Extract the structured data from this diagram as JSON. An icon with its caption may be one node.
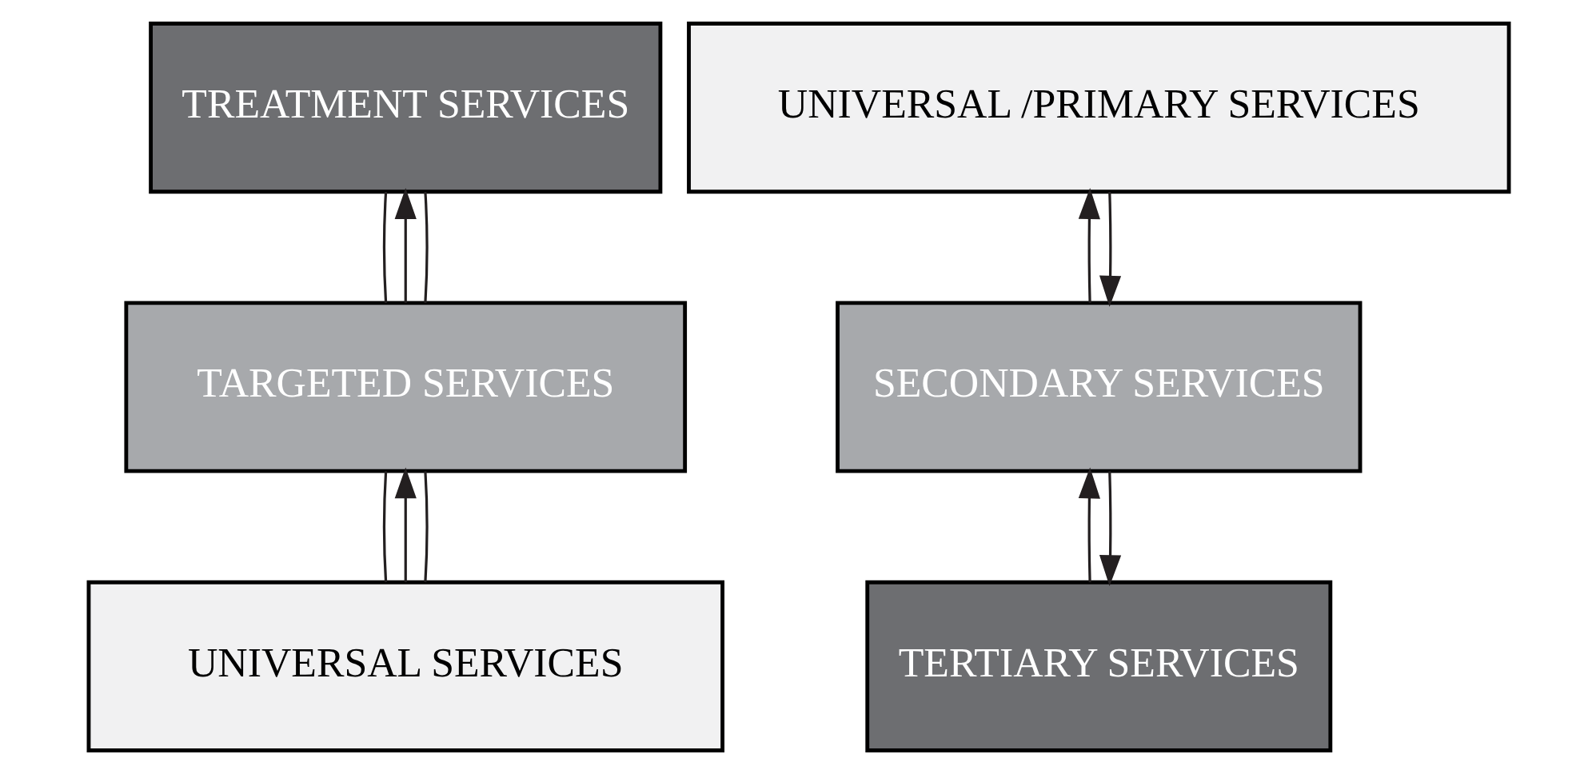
{
  "diagram": {
    "nodes": [
      {
        "text": [
          "TREATMENT SERVICES"
        ]
      },
      {
        "text": [
          "TARGETED SERVICES"
        ]
      },
      {
        "text": [
          "UNIVERSAL SERVICES"
        ]
      },
      {
        "text": [
          "TERTIARY SERVICES"
        ]
      },
      {
        "text": [
          "SECONDARY SERVICES"
        ]
      },
      {
        "text": [
          "UNIVERSAL /PRIMARY SERVICES"
        ]
      }
    ],
    "edges": [
      {
        "from": 2,
        "to": 1,
        "arrow": "none"
      },
      {
        "from": 2,
        "to": 1,
        "arrow": "to"
      },
      {
        "from": 2,
        "to": 1,
        "arrow": "none"
      },
      {
        "from": 1,
        "to": 0,
        "arrow": "none"
      },
      {
        "from": 1,
        "to": 0,
        "arrow": "to"
      },
      {
        "from": 1,
        "to": 0,
        "arrow": "none"
      },
      {
        "from": 4,
        "to": 3,
        "arrow": "to"
      },
      {
        "from": 3,
        "to": 4,
        "arrow": "to"
      },
      {
        "from": 5,
        "to": 4,
        "arrow": "to"
      },
      {
        "from": 4,
        "to": 5,
        "arrow": "to"
      }
    ]
  }
}
